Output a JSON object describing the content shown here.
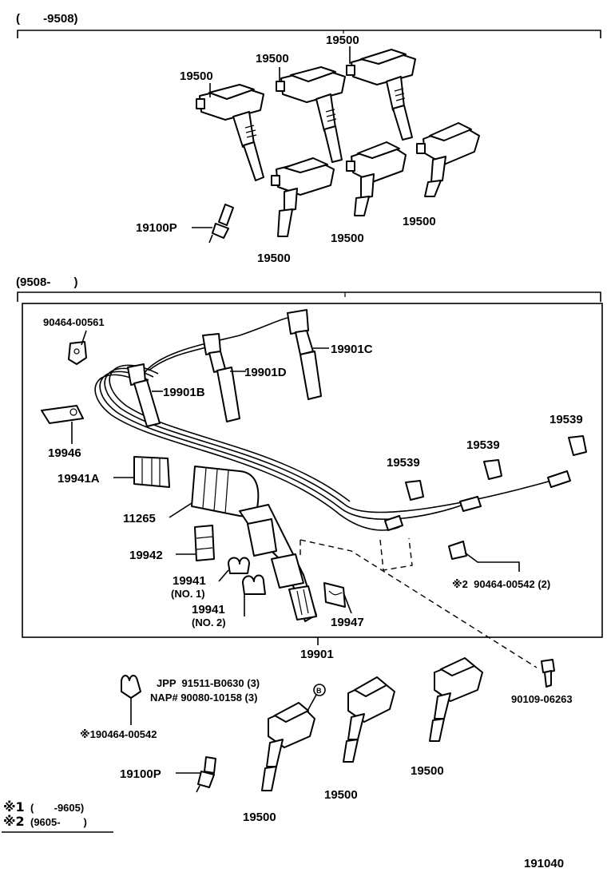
{
  "sections": {
    "top_range": "(       -9508)",
    "bottom_range": "(9508-       )"
  },
  "labels": {
    "coil_a": "19500",
    "coil_b": "19500",
    "coil_c": "19500",
    "coil_d": "19500",
    "coil_e": "19500",
    "coil_f": "19500",
    "plug_top": "19100P",
    "clamp_90464_00561": "90464-00561",
    "cord_c": "19901C",
    "cord_d": "19901D",
    "cord_b": "19901B",
    "clamp_19946": "19946",
    "clamp_19941a": "19941A",
    "holder_19539_a": "19539",
    "holder_19539_b": "19539",
    "holder_19539_c": "19539",
    "protector_11265": "11265",
    "clamp_19942": "19942",
    "clamp_19941_no1": "19941",
    "clamp_19941_no1_sub": "(NO. 1)",
    "clamp_19941_no2": "19941",
    "clamp_19941_no2_sub": "(NO. 2)",
    "clamp_19947": "19947",
    "clamp_note2": "※2  90464-00542 (2)",
    "cord_set": "19901",
    "bolt": "90109-06263",
    "jpp": "JPP  91511-B0630 (3)",
    "nap": "NAP# 90080-10158 (3)",
    "b_marker": "B",
    "clamp_note1": "※190464-00542",
    "plug_bottom": "19100P",
    "coil_g": "19500",
    "coil_h": "19500",
    "coil_i": "19500"
  },
  "legend": {
    "note1_mark": "※1",
    "note1_range": "(       -9605)",
    "note2_mark": "※2",
    "note2_range": "(9605-        )"
  },
  "figure_code": "191040"
}
